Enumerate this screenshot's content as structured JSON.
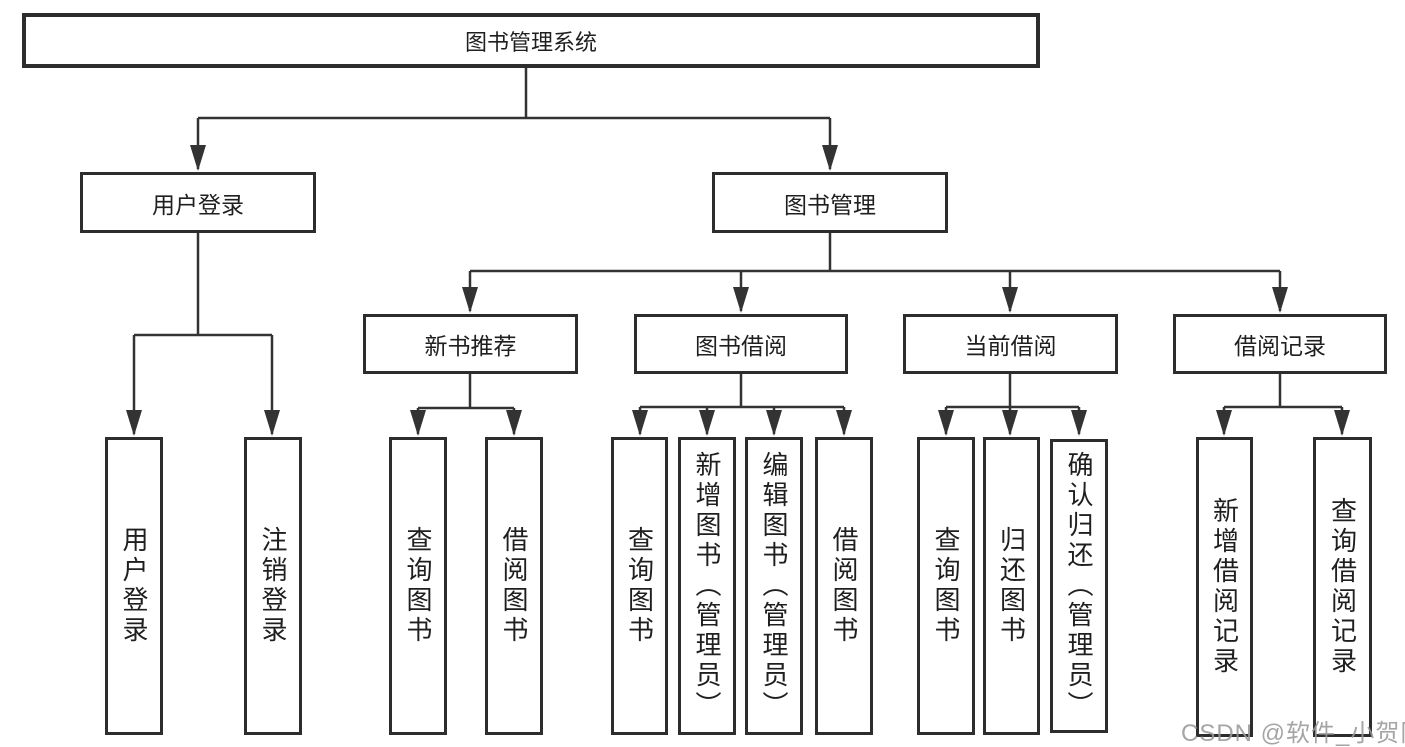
{
  "nodes": {
    "root": "图书管理系统",
    "user_login": "用户登录",
    "book_management": "图书管理",
    "new_book_recommend": "新书推荐",
    "book_borrowing": "图书借阅",
    "current_borrowing": "当前借阅",
    "borrowing_records": "借阅记录",
    "leaf_user_login": "用户登录",
    "leaf_logout": "注销登录",
    "leaf_nb_query_books": "查询图书",
    "leaf_nb_borrow_books": "借阅图书",
    "leaf_bb_query_books": "查询图书",
    "leaf_bb_add_books": "新增图书（管理员）",
    "leaf_bb_edit_books": "编辑图书（管理员）",
    "leaf_bb_borrow_books": "借阅图书",
    "leaf_cb_query_books": "查询图书",
    "leaf_cb_return_books": "归还图书",
    "leaf_cb_confirm_return": "确认归还（管理员）",
    "leaf_br_add_record": "新增借阅记录",
    "leaf_br_query_record": "查询借阅记录"
  },
  "hierarchy": {
    "图书管理系统": {
      "用户登录": [
        "用户登录",
        "注销登录"
      ],
      "图书管理": {
        "新书推荐": [
          "查询图书",
          "借阅图书"
        ],
        "图书借阅": [
          "查询图书",
          "新增图书（管理员）",
          "编辑图书（管理员）",
          "借阅图书"
        ],
        "当前借阅": [
          "查询图书",
          "归还图书",
          "确认归还（管理员）"
        ],
        "借阅记录": [
          "新增借阅记录",
          "查询借阅记录"
        ]
      }
    }
  },
  "colors": {
    "line": "#333333",
    "box_border": "#2d2d2d",
    "text": "#1f1f1f",
    "watermark": "#989898"
  },
  "watermark": "CSDN @软件_小贺同学"
}
